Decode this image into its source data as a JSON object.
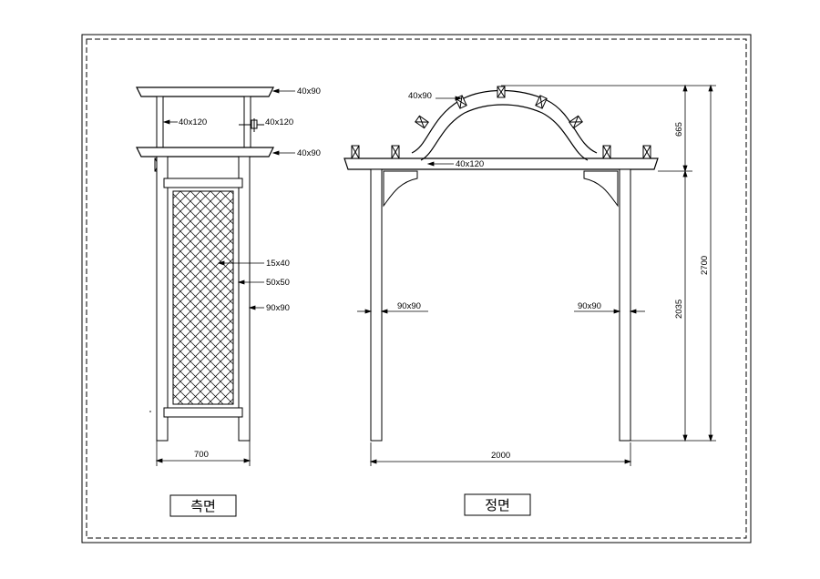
{
  "views": {
    "side": {
      "title": "측면",
      "labels": {
        "top_rail": "40x90",
        "cross_beam": "40x120",
        "beam_end": "40x120",
        "mid_rail": "40x90",
        "lattice_slat": "15x40",
        "frame": "50x50",
        "post": "90x90"
      },
      "width": "700"
    },
    "front": {
      "title": "정면",
      "labels": {
        "arch_slat": "40x90",
        "arch_beam": "40x120",
        "post_left": "90x90",
        "post_right": "90x90"
      },
      "span": "2000",
      "heights": {
        "arch": "665",
        "post": "2035",
        "total": "2700"
      }
    }
  }
}
